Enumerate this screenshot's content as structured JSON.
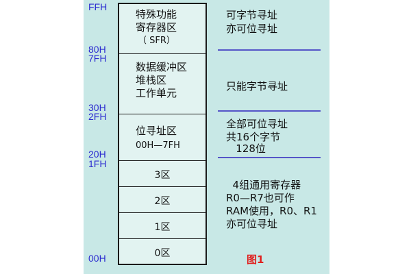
{
  "addresses": {
    "a_ffh": "FFH",
    "a_80h": "80H",
    "a_7fh": "7FH",
    "a_30h": "30H",
    "a_2fh": "2FH",
    "a_20h": "20H",
    "a_1fh": "1FH",
    "a_00h": "00H"
  },
  "regions": {
    "sfr": [
      "特殊功能",
      "寄存器区",
      "（ SFR）"
    ],
    "buffer": [
      "数据缓冲区",
      "堆栈区",
      "工作单元"
    ],
    "bit": [
      "位寻址区",
      "00H—7FH"
    ],
    "banks": [
      "3区",
      "2区",
      "1区",
      "0区"
    ]
  },
  "notes": {
    "sfr": [
      "可字节寻址",
      "亦可位寻址"
    ],
    "buffer": [
      "只能字节寻址"
    ],
    "bit": [
      "全部可位寻址",
      "共16个字节",
      "   128位"
    ],
    "banks": [
      "  4组通用寄存器",
      "R0—R7也可作",
      "RAM使用，R0、R1",
      "亦可位寻址"
    ]
  },
  "caption": "图1",
  "colors": {
    "panel": "#c8e8e6",
    "address_text": "#2b2bd0",
    "divider": "#5555c8",
    "caption": "#e0201e"
  }
}
